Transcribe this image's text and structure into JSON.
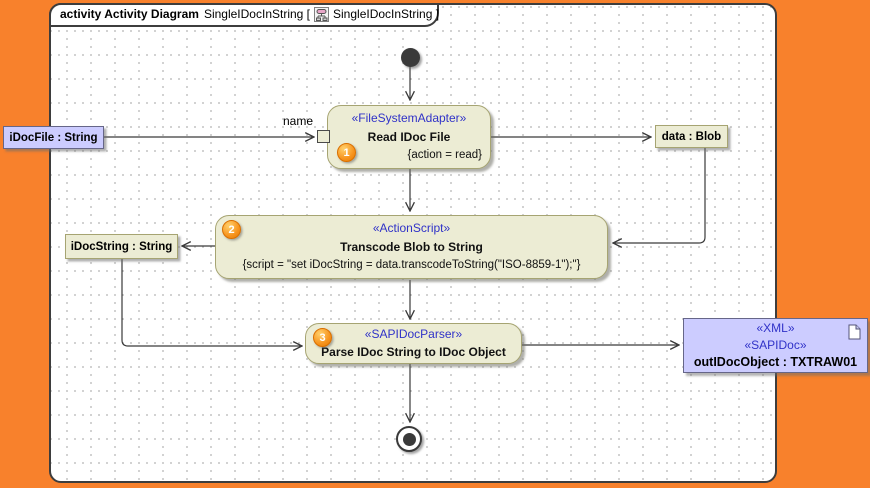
{
  "frame": {
    "tab": {
      "kind": "activity Activity Diagram",
      "context": "SingleIDocInString [",
      "ref": "SingleIDocInString ]"
    }
  },
  "nodes": {
    "initial": {
      "kind": "initial-node"
    },
    "final": {
      "kind": "activity-final-node"
    },
    "read": {
      "stereotype": "«FileSystemAdapter»",
      "name": "Read IDoc File",
      "constraint": "{action = read}",
      "badge": "1"
    },
    "transcode": {
      "stereotype": "«ActionScript»",
      "name": "Transcode Blob to String",
      "constraint": "{script = \"set iDocString = data.transcodeToString(\"ISO-8859-1\");\"}",
      "badge": "2"
    },
    "parse": {
      "stereotype": "«SAPIDocParser»",
      "name": "Parse IDoc String to IDoc Object",
      "badge": "3"
    },
    "idocfile": {
      "name": "iDocFile : String"
    },
    "datablob": {
      "name": "data : Blob"
    },
    "idocstring": {
      "name": "iDocString : String"
    },
    "outidoc": {
      "stereotype1": "«XML»",
      "stereotype2": "«SAPIDoc»",
      "name": "outIDocObject : TXTRAW01"
    }
  },
  "edges": {
    "name_label": "name"
  },
  "icons": {
    "tab": "activity-diagram-icon",
    "outidoc": "document-icon"
  },
  "colors": {
    "desktop_orange": "#F8812C",
    "action_fill": "#ECECD4",
    "action_border": "#A6A472",
    "object_fill": "#CCCCFF",
    "object_border": "#666688",
    "stereotype_blue": "#3032C8",
    "badge_orange": "#F7941E",
    "line_dark": "#3A3A3A"
  }
}
